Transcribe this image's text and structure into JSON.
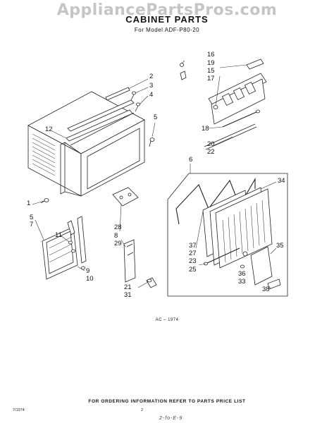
{
  "watermark": "AppliancePartsPros.com",
  "header": {
    "title": "CABINET PARTS",
    "subtitle": "For Model ADF-P80-20"
  },
  "callouts": {
    "c2": "2",
    "c3": "3",
    "c4": "4",
    "c5": "5",
    "c12": "12",
    "c1": "1",
    "c5b": "5",
    "c7": "7",
    "c11": "11",
    "c9": "9",
    "c10": "10",
    "c21": "21",
    "c31": "31",
    "c28": "28",
    "c8": "8",
    "c29": "29",
    "c16": "16",
    "c19": "19",
    "c15": "15",
    "c17": "17",
    "c18": "18",
    "c20": "20",
    "c22": "22",
    "c6": "6",
    "c34": "34",
    "c37": "37",
    "c27": "27",
    "c23": "23",
    "c25": "25",
    "c35": "35",
    "c36": "36",
    "c33": "33",
    "c38": "38"
  },
  "diagram_code": "AC – 1974",
  "footer_text": "FOR ORDERING INFORMATION REFER TO PARTS PRICE LIST",
  "page_id": "7/1974",
  "page_number": "2",
  "handwritten_note": "2-fo-E-9"
}
